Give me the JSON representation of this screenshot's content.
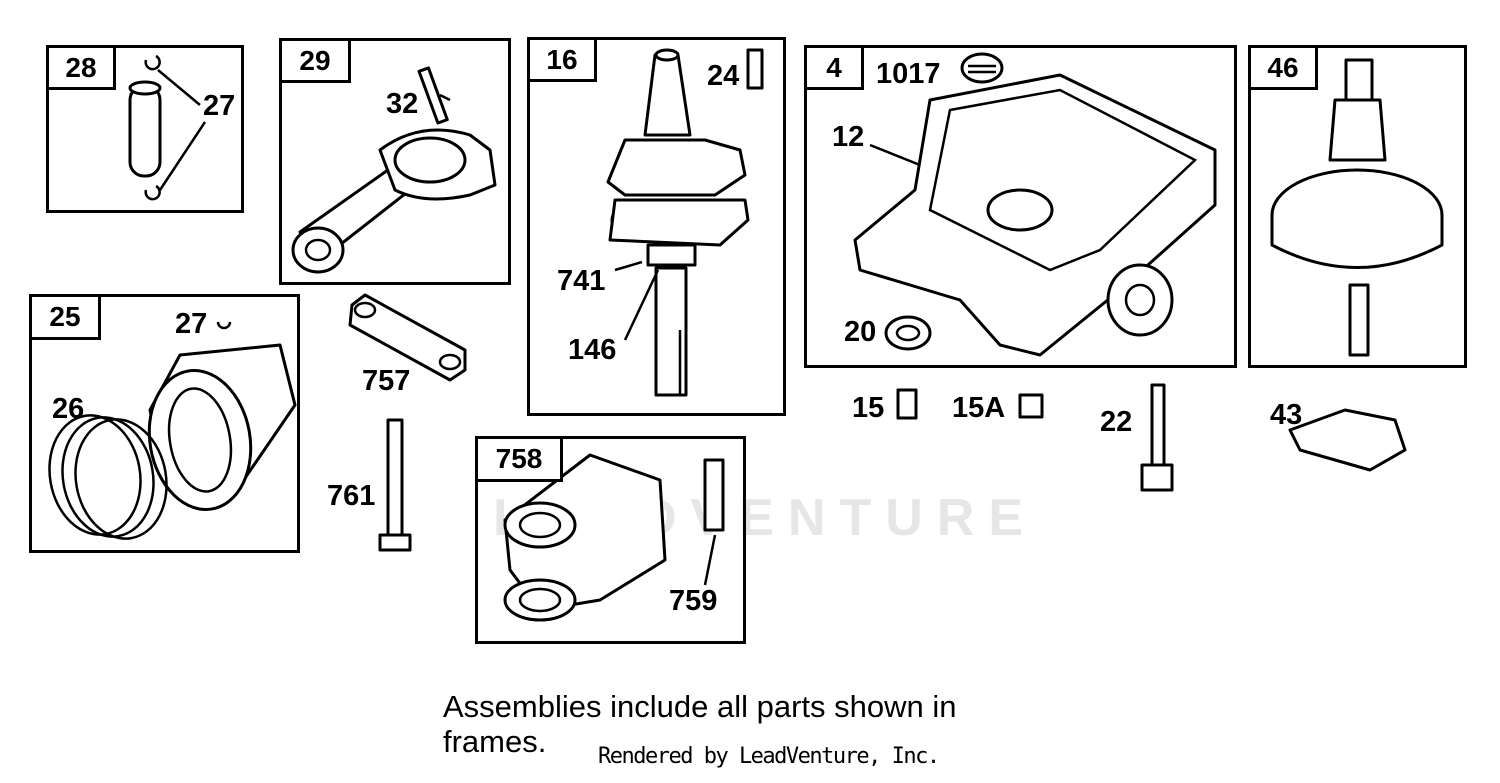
{
  "frames": {
    "f28": "28",
    "f29": "29",
    "f16": "16",
    "f4": "4",
    "f46": "46",
    "f25": "25",
    "f758": "758"
  },
  "labels": {
    "p27a": "27",
    "p32": "32",
    "p24": "24",
    "p741": "741",
    "p146": "146",
    "p1017": "1017",
    "p12": "12",
    "p20": "20",
    "p27b": "27",
    "p26": "26",
    "p757": "757",
    "p761": "761",
    "p759": "759",
    "p15": "15",
    "p15a": "15A",
    "p22": "22",
    "p43": "43"
  },
  "note": "Assemblies include all parts shown in frames.",
  "credit": "Rendered by LeadVenture, Inc.",
  "watermark": "LEADVENTURE"
}
